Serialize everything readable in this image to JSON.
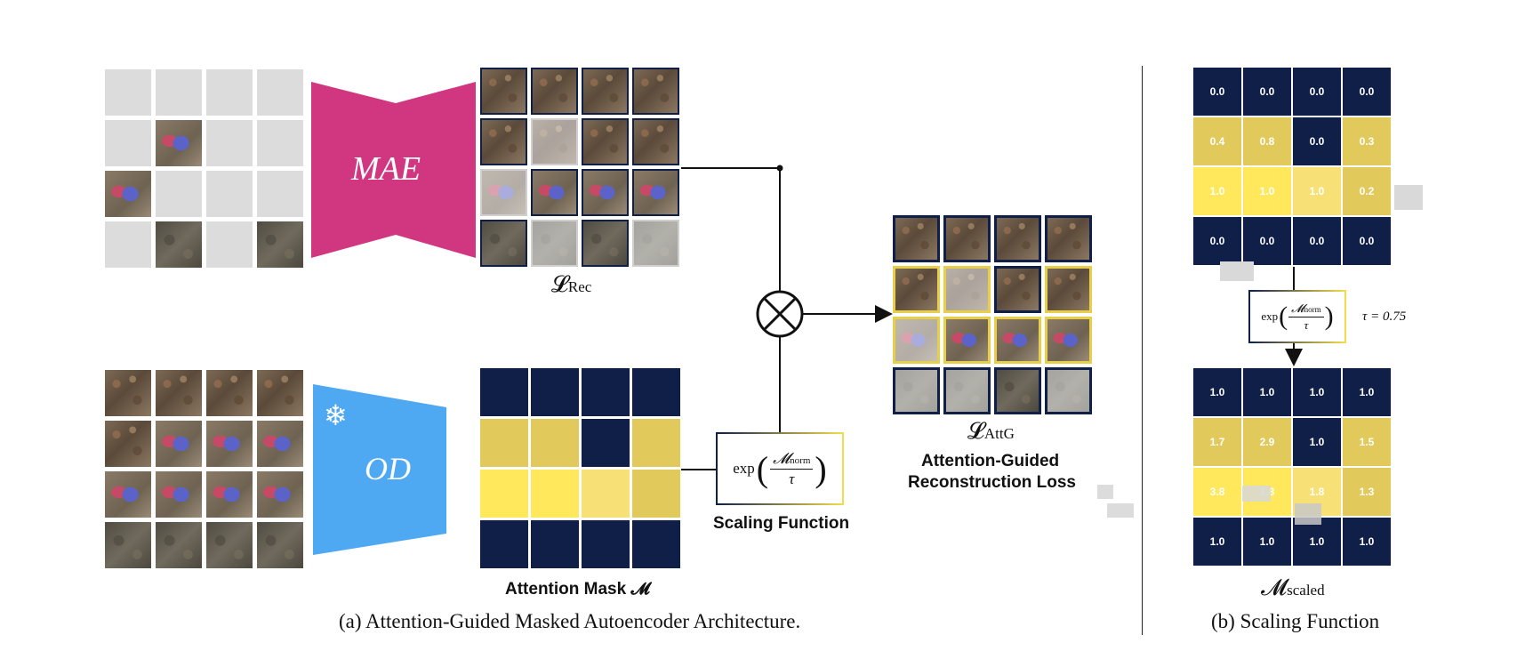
{
  "encoders": {
    "mae_label": "MAE",
    "od_label": "OD",
    "mae_color": "#d13680",
    "od_color": "#4ea8f2",
    "snowflake": "❄"
  },
  "labels": {
    "loss_rec_symbol": "𝓛",
    "loss_rec_sub": "Rec",
    "loss_attg_symbol": "𝓛",
    "loss_attg_sub": "AttG",
    "attg_caption_line1": "Attention-Guided",
    "attg_caption_line2": "Reconstruction Loss",
    "scaling_function": "Scaling Function",
    "attention_mask": "Attention Mask 𝓜",
    "caption_a": "(a) Attention-Guided Masked Autoencoder Architecture.",
    "caption_b": "(b) Scaling Function",
    "m_scaled_symbol": "𝓜",
    "m_scaled_sub": "scaled"
  },
  "formula": {
    "fn": "exp",
    "num_symbol": "𝓜",
    "num_sub": "norm",
    "den": "τ",
    "tau_text": "τ  = 0.75"
  },
  "attention_mask_grid": [
    [
      "#0f1f47",
      "#0f1f47",
      "#0f1f47",
      "#0f1f47"
    ],
    [
      "#e2c95c",
      "#e2c95c",
      "#0f1f47",
      "#e2c95c"
    ],
    [
      "#ffe85c",
      "#ffe85c",
      "#f7e176",
      "#e2c95c"
    ],
    [
      "#0f1f47",
      "#0f1f47",
      "#0f1f47",
      "#0f1f47"
    ]
  ],
  "mask_values": [
    [
      "0.0",
      "0.0",
      "0.0",
      "0.0"
    ],
    [
      "0.4",
      "0.8",
      "0.0",
      "0.3"
    ],
    [
      "1.0",
      "1.0",
      "1.0",
      "0.2"
    ],
    [
      "0.0",
      "0.0",
      "0.0",
      "0.0"
    ]
  ],
  "scaled_values": [
    [
      "1.0",
      "1.0",
      "1.0",
      "1.0"
    ],
    [
      "1.7",
      "2.9",
      "1.0",
      "1.5"
    ],
    [
      "3.8",
      "3.8",
      "1.8",
      "1.3"
    ],
    [
      "1.0",
      "1.0",
      "1.0",
      "1.0"
    ]
  ],
  "colors": {
    "navy": "#0f1f47",
    "gold": "#e2c95c",
    "yellow": "#ffe85c",
    "light_yellow": "#f7e176"
  }
}
